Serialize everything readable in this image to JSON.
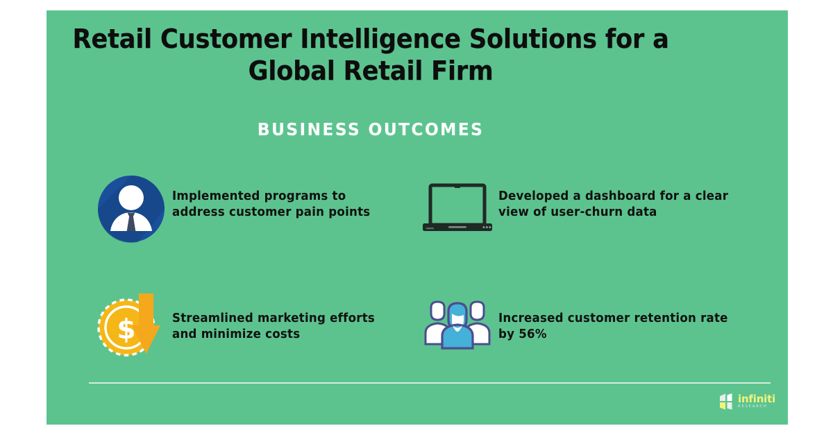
{
  "slide": {
    "background_color": "#5cc38f",
    "canvas_color": "#ffffff",
    "title": "Retail Customer Intelligence Solutions for a Global Retail  Firm",
    "subtitle": "BUSINESS OUTCOMES"
  },
  "outcomes": [
    {
      "icon": "business-person-icon",
      "text": "Implemented programs to address customer pain points",
      "icon_colors": {
        "circle": "#1a4f9c",
        "figure": "#ffffff",
        "tie": "#3e4a63"
      }
    },
    {
      "icon": "laptop-icon",
      "text": "Developed a dashboard for a clear view of user-churn data",
      "icon_colors": {
        "outline": "#1f2a24",
        "screen": "transparent"
      }
    },
    {
      "icon": "coin-decrease-icon",
      "text": "Streamlined marketing efforts and minimize costs",
      "icon_colors": {
        "coin": "#f5b718",
        "arrow": "#f5a81c",
        "detail": "#ffffff"
      }
    },
    {
      "icon": "customer-group-icon",
      "text": "Increased customer retention rate by 56%",
      "icon_colors": {
        "front": "#45b0d8",
        "back": "#ffffff",
        "outline": "#4b4d8f"
      }
    }
  ],
  "footer": {
    "divider_color": "#e9f6ef",
    "logo": {
      "mark": "infiniti-logo-mark",
      "name": "infiniti",
      "tagline": "RESEARCH",
      "name_color": "#f3f37a",
      "tagline_color": "#d7ead9"
    }
  }
}
